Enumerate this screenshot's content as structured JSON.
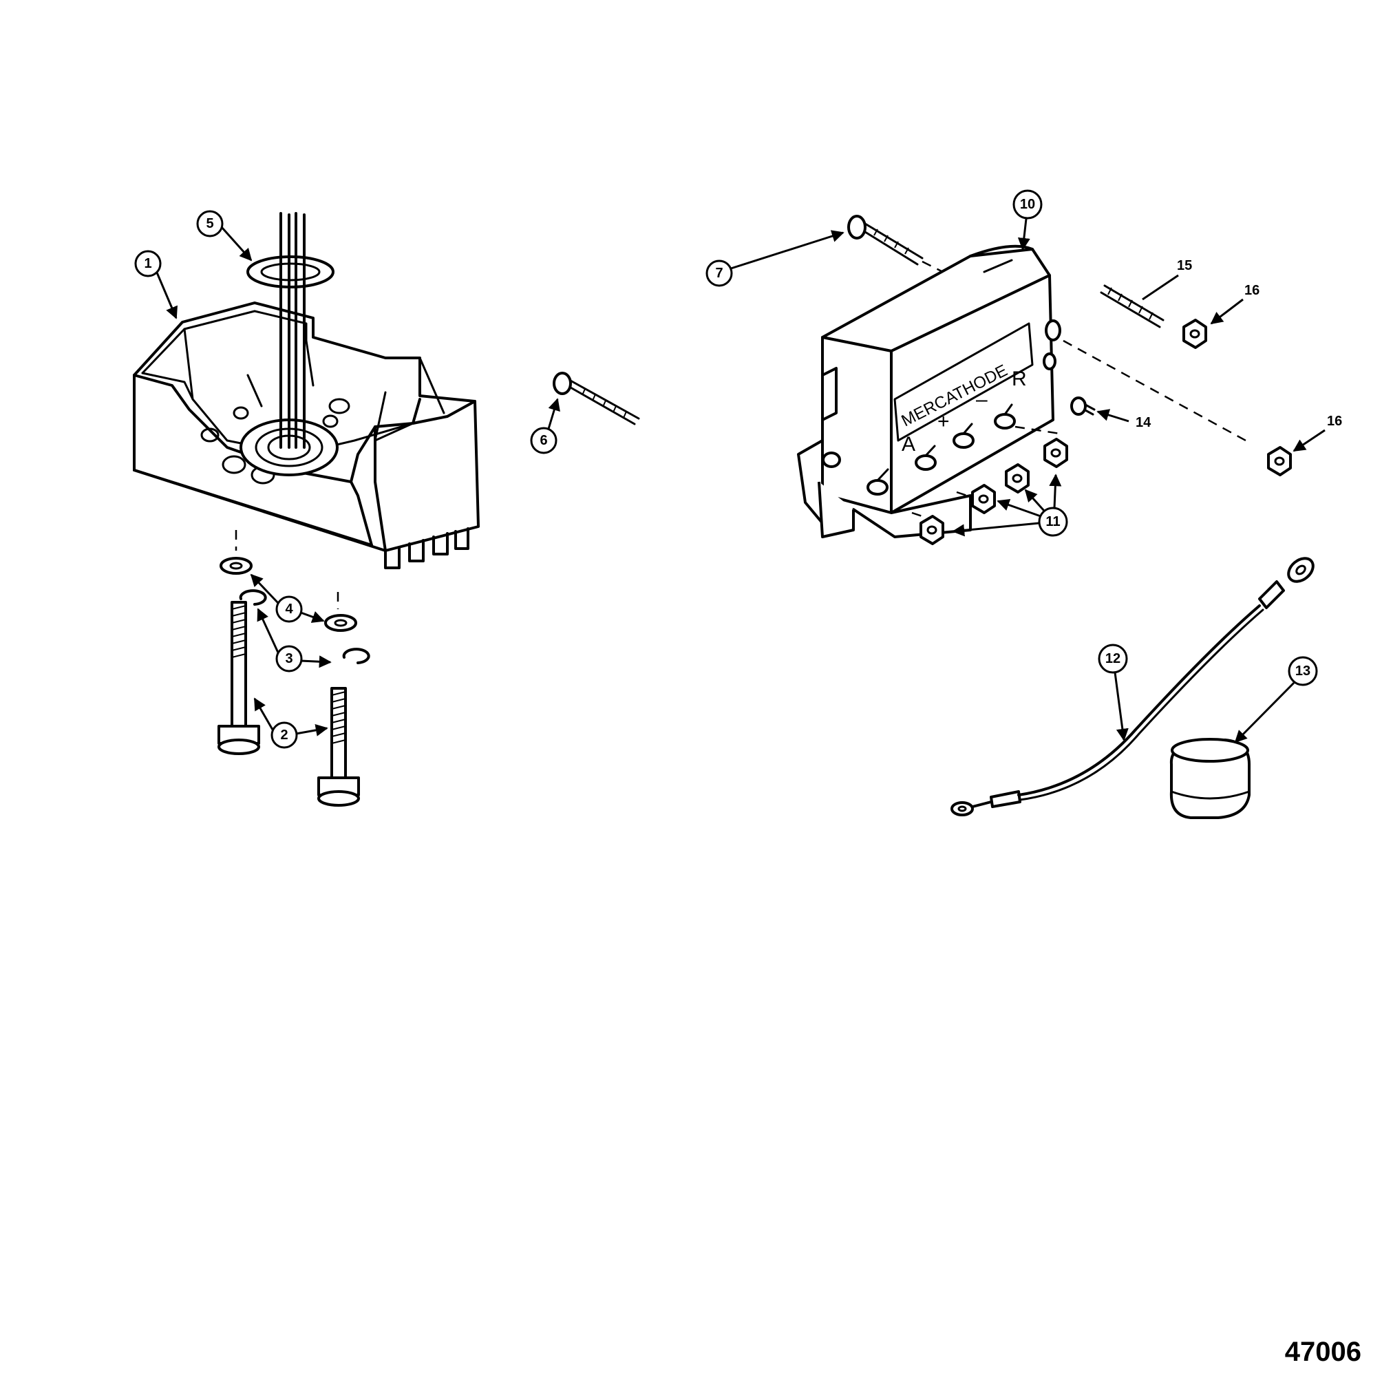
{
  "figure_number": "47006",
  "module_label": "MERCATHODE",
  "terminal_labels": {
    "a": "A",
    "plus": "+",
    "minus": "–",
    "r": "R"
  },
  "callouts": {
    "c1": "1",
    "c2": "2",
    "c3": "3",
    "c4": "4",
    "c5": "5",
    "c6": "6",
    "c7": "7",
    "c10": "10",
    "c11": "11",
    "c12": "12",
    "c13": "13"
  },
  "plain_labels": {
    "p14": "14",
    "p15": "15",
    "p16a": "16",
    "p16b": "16"
  }
}
